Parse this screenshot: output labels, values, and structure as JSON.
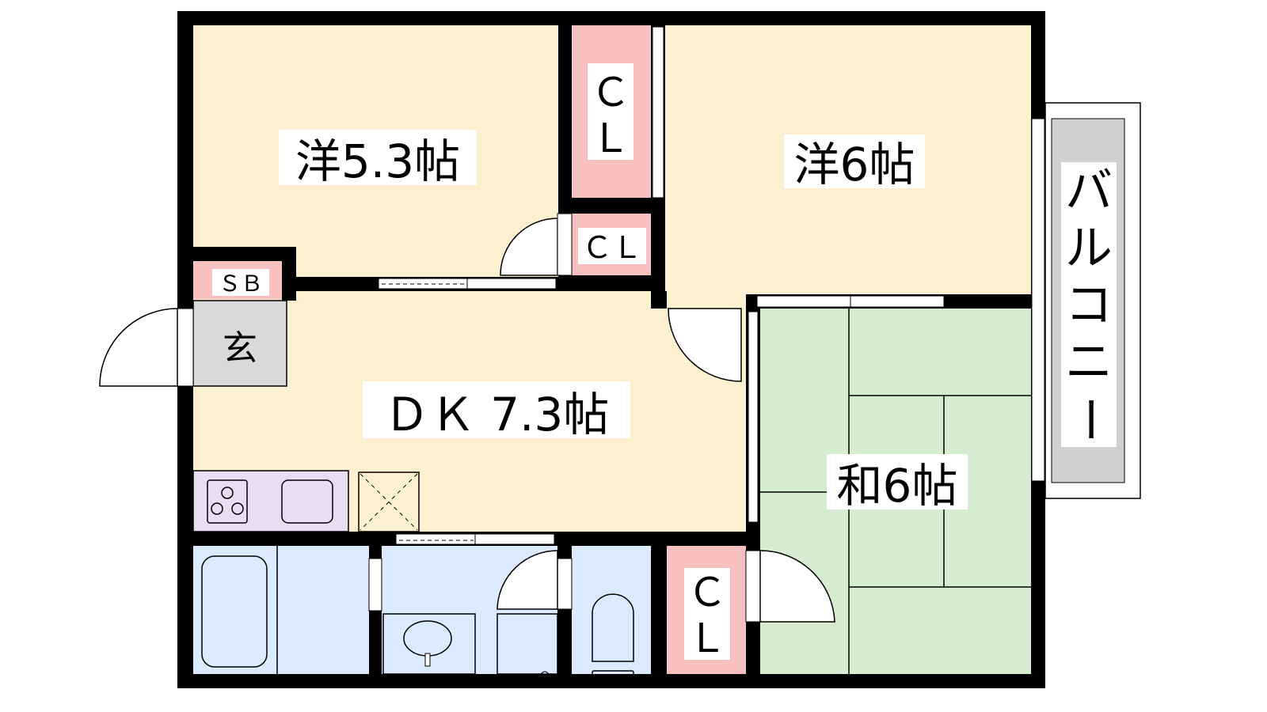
{
  "rooms": {
    "western1": "洋5.3帖",
    "western2": "洋6帖",
    "dk": "ＤＫ 7.3帖",
    "japanese": "和6帖",
    "entrance": "玄",
    "shoe_box": "ＳＢ",
    "closet_top_c": "Ｃ",
    "closet_top_l": "Ｌ",
    "closet_small": "ＣＬ",
    "closet_bottom_c": "Ｃ",
    "closet_bottom_l": "Ｌ",
    "balcony": [
      "バ",
      "ル",
      "コ",
      "ニ",
      "ー"
    ]
  },
  "colors": {
    "western": "#fdf0d0",
    "closet": "#f9c0c0",
    "japanese": "#d6ecd0",
    "wet": "#dbeafe",
    "kitchen": "#eadcf2",
    "entrance": "#d9d9d9"
  }
}
